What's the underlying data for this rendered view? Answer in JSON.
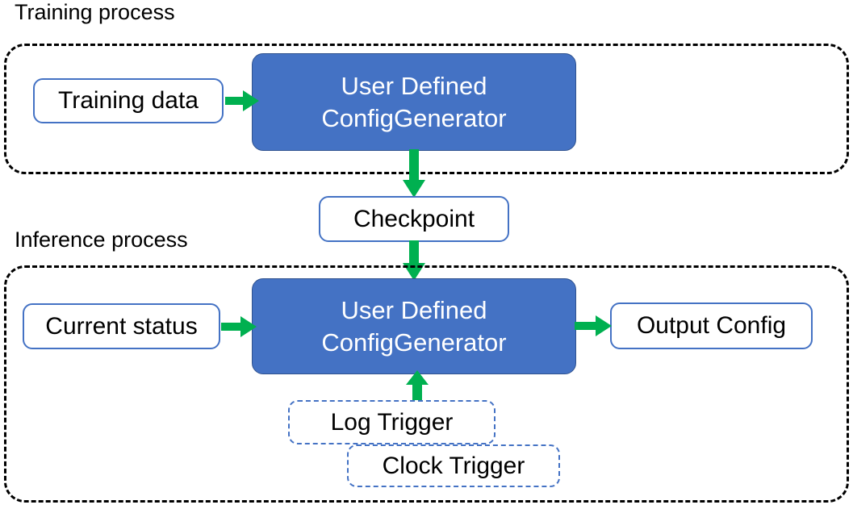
{
  "diagram": {
    "title_visible": false,
    "colors": {
      "process_fill": "#4472C4",
      "process_border": "#2F528F",
      "node_border": "#4472C4",
      "arrow": "#00B050",
      "container_border": "#000000",
      "text_dark": "#000000",
      "text_light": "#FFFFFF"
    },
    "sections": [
      {
        "id": "training",
        "caption": "Training process"
      },
      {
        "id": "inference",
        "caption": "Inference process"
      }
    ],
    "nodes": {
      "training_data": "Training data",
      "generator_training_line1": "User Defined",
      "generator_training_line2": "ConfigGenerator",
      "checkpoint": "Checkpoint",
      "current_status": "Current status",
      "generator_inference_line1": "User Defined",
      "generator_inference_line2": "ConfigGenerator",
      "output_config": "Output Config",
      "log_trigger": "Log Trigger",
      "clock_trigger": "Clock Trigger"
    },
    "edges": [
      {
        "id": "training-data-to-generator",
        "from": "Training data",
        "to": "User Defined ConfigGenerator",
        "direction": "right",
        "label": ""
      },
      {
        "id": "generator-to-checkpoint",
        "from": "User Defined ConfigGenerator",
        "to": "Checkpoint",
        "direction": "down",
        "label": ""
      },
      {
        "id": "checkpoint-to-generator",
        "from": "Checkpoint",
        "to": "User Defined ConfigGenerator",
        "direction": "down",
        "label": ""
      },
      {
        "id": "status-to-generator",
        "from": "Current status",
        "to": "User Defined ConfigGenerator",
        "direction": "right",
        "label": ""
      },
      {
        "id": "generator-to-output",
        "from": "User Defined ConfigGenerator",
        "to": "Output Config",
        "direction": "right",
        "label": ""
      },
      {
        "id": "logtrigger-to-generator",
        "from": "Log Trigger",
        "to": "User Defined ConfigGenerator",
        "direction": "up",
        "label": ""
      }
    ]
  }
}
